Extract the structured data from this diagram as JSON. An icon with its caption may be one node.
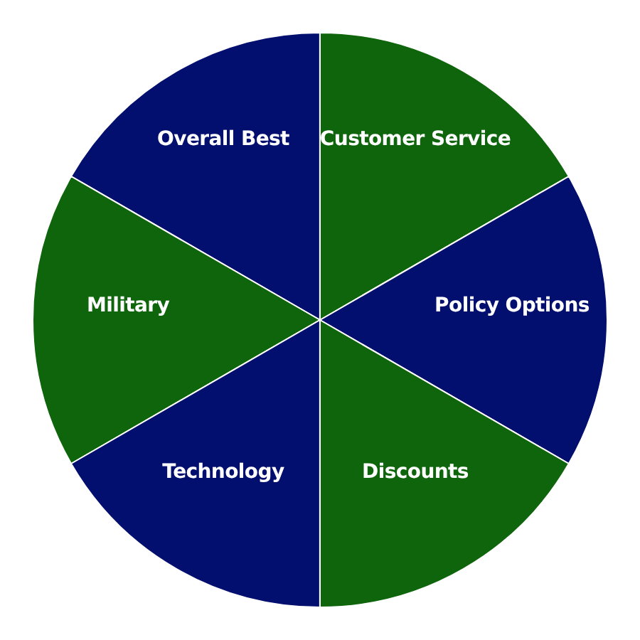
{
  "diagram": {
    "nodes": [
      {
        "text": [
          "Overall Best"
        ]
      },
      {
        "text": [
          "Customer Service"
        ]
      },
      {
        "text": [
          "Military"
        ]
      },
      {
        "text": [
          "Policy Options"
        ]
      },
      {
        "text": [
          "Technology"
        ]
      },
      {
        "text": [
          "Discounts"
        ]
      }
    ]
  }
}
